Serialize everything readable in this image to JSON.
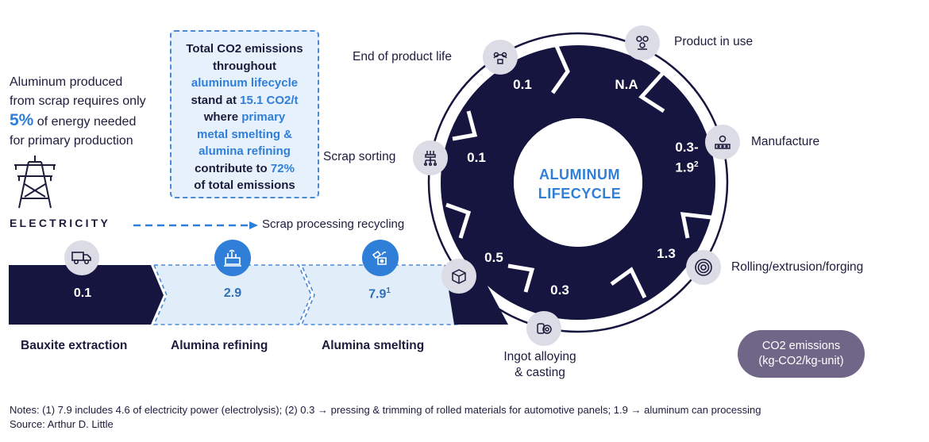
{
  "intro": {
    "line1": "Aluminum produced",
    "line2": "from scrap requires only",
    "pct": "5%",
    "line3": " of energy needed",
    "line4": "for primary production"
  },
  "callout": {
    "l1": "Total CO2 emissions",
    "l2": "throughout",
    "l3": "aluminum lifecycle",
    "l4a": "stand at ",
    "l4b": "15.1 CO2/t",
    "l5a": "where ",
    "l5b": "primary",
    "l6": "metal smelting &",
    "l7": "alumina refining",
    "l8a": "contribute to ",
    "l8b": "72%",
    "l9": "of total emissions"
  },
  "electricity_label": "ELECTRICITY",
  "scrap_processing_label": "Scrap processing recycling",
  "stages": [
    {
      "name": "Bauxite extraction",
      "value": "0.1"
    },
    {
      "name": "Alumina refining",
      "value": "2.9"
    },
    {
      "name": "Alumina smelting",
      "value": "7.9",
      "sup": "1"
    }
  ],
  "lifecycle": {
    "title_l1": "ALUMINUM",
    "title_l2": "LIFECYCLE",
    "segments": [
      {
        "label": "End of product life",
        "value": "0.1"
      },
      {
        "label": "Product in use",
        "value": "N.A"
      },
      {
        "label": "Manufacture",
        "value_l1": "0.3-",
        "value_l2": "1.9",
        "sup": "2"
      },
      {
        "label": "Rolling/extrusion/forging",
        "value": "1.3"
      },
      {
        "label_l1": "Ingot alloying",
        "label_l2": "& casting",
        "value": "0.3"
      },
      {
        "label": "Scrap sorting",
        "value": "0.1"
      },
      {
        "value": "0.5"
      }
    ]
  },
  "legend": {
    "l1": "CO2 emissions",
    "l2": "(kg-CO2/kg-unit)"
  },
  "notes": {
    "l1": "Notes: (1) 7.9 includes 4.6 of electricity power (electrolysis); (2) 0.3 → pressing & trimming of rolled materials for automotive panels; 1.9 → aluminum can processing",
    "l2": "Source: Arthur D. Little"
  },
  "colors": {
    "navy": "#15153f",
    "blue": "#2f7fd8",
    "light_blue": "#e1eefa",
    "grey_icon": "#dcdce6",
    "legend": "#6f6688"
  },
  "icons": [
    "pylon-icon",
    "truck-icon",
    "refinery-icon",
    "smelting-icon",
    "box-icon",
    "recycle-icon",
    "gears-icon",
    "factory-icon",
    "coil-icon",
    "ingot-icon",
    "sorting-icon"
  ]
}
